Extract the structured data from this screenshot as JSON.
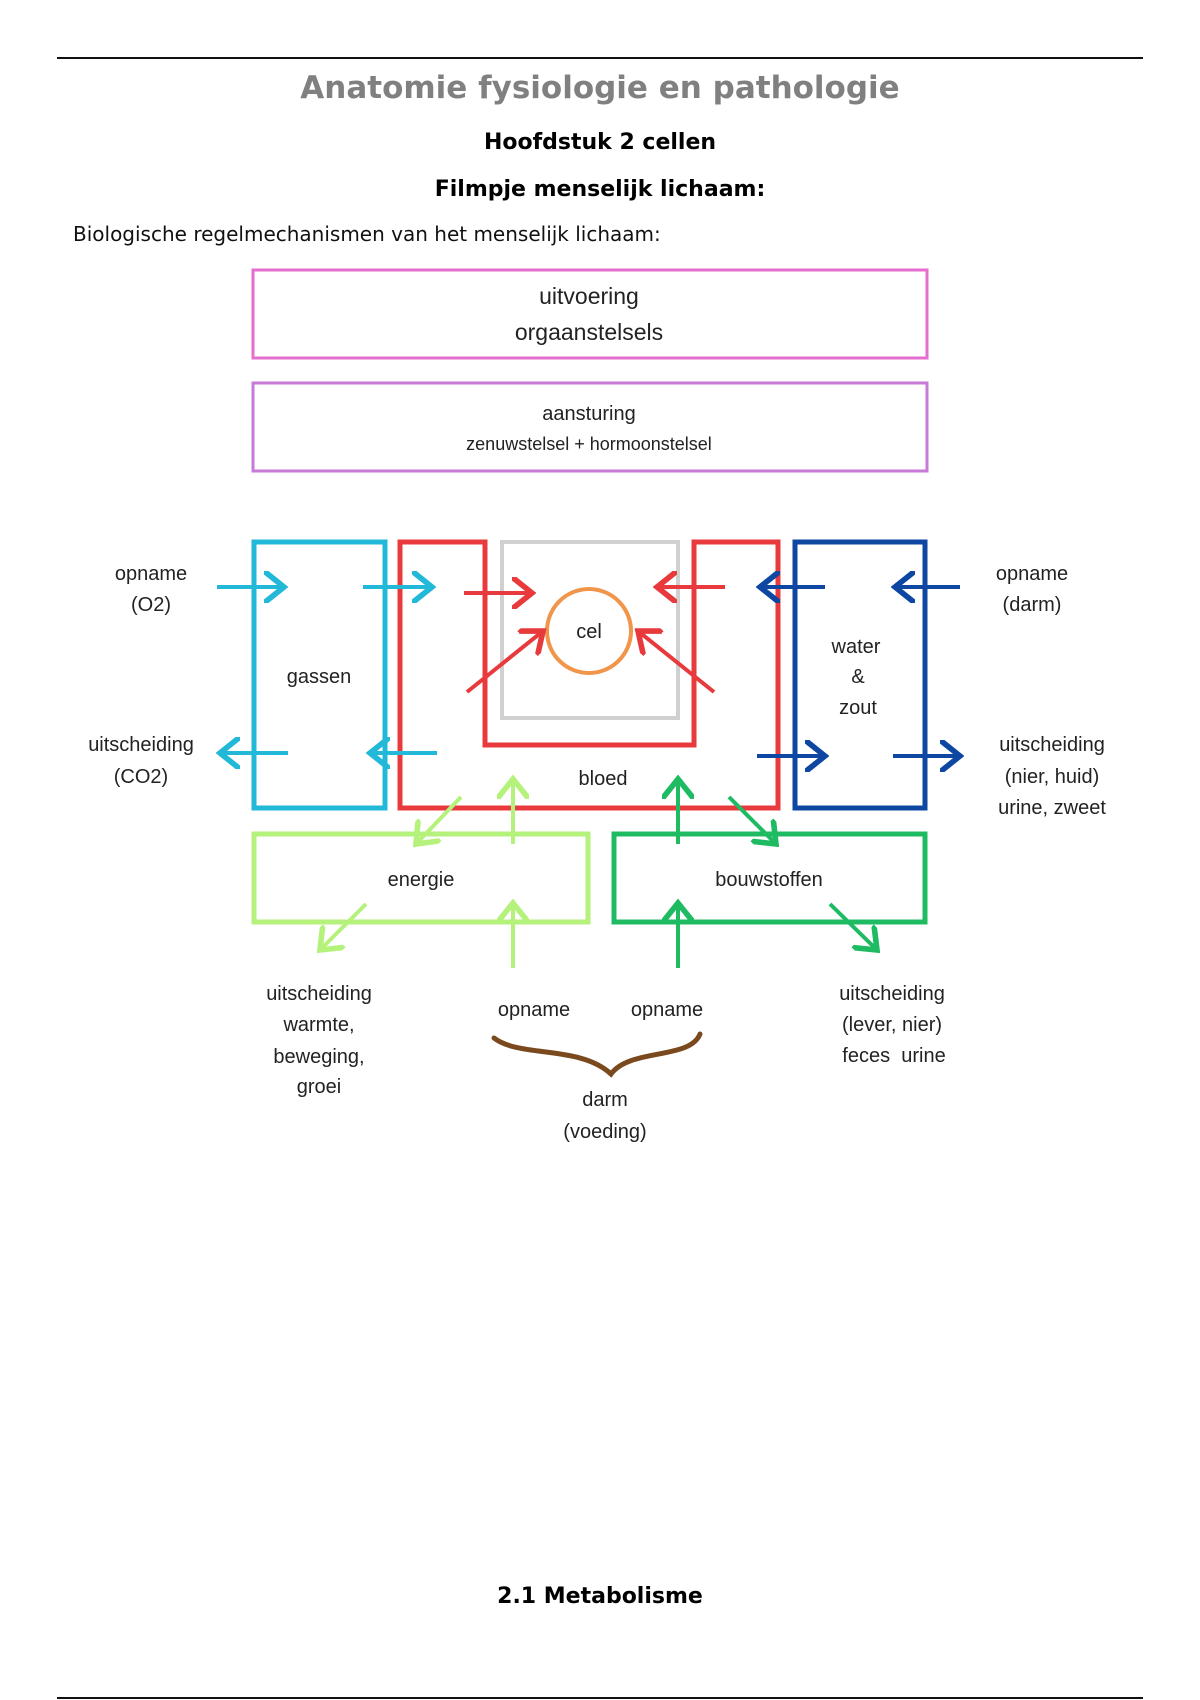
{
  "header": {
    "title": "Anatomie fysiologie en pathologie",
    "chapter": "Hoofdstuk 2 cellen",
    "subheading": "Filmpje menselijk lichaam:",
    "intro": "Biologische regelmechanismen van het menselijk lichaam:"
  },
  "diagram": {
    "uitvoering": [
      "uitvoering",
      "orgaanstelsels"
    ],
    "aansturing": [
      "aansturing",
      "zenuwstelsel + hormoonstelsel"
    ],
    "opname_o2": [
      "opname",
      "(O2)"
    ],
    "uitscheiding_co2": [
      "uitscheiding",
      "(CO2)"
    ],
    "gassen": "gassen",
    "cel": "cel",
    "bloed": "bloed",
    "water_zout": [
      "water",
      "&",
      "zout"
    ],
    "opname_darm": [
      "opname",
      "(darm)"
    ],
    "uitscheiding_nier": [
      "uitscheiding",
      "(nier, huid)",
      "urine, zweet"
    ],
    "energie": "energie",
    "bouwstoffen": "bouwstoffen",
    "uitscheiding_warmte": [
      "uitscheiding",
      "warmte,",
      "beweging,",
      "groei"
    ],
    "opname_left": "opname",
    "opname_right": "opname",
    "uitscheiding_lever": [
      "uitscheiding",
      "(lever, nier)",
      "feces  urine"
    ],
    "darm": [
      "darm",
      "(voeding)"
    ],
    "colors": {
      "uitvoering": "#e46fcf",
      "aansturing": "#c77ad8",
      "gassen": "#22b8d8",
      "bloed": "#e8393c",
      "cell_area": "#d0d0d0",
      "cel": "#f0954a",
      "water": "#0d47a1",
      "energie": "#b5f27c",
      "bouwstoffen": "#1fbb62",
      "brace": "#7a4a1e"
    }
  },
  "section": {
    "heading": "2.1 Metabolisme"
  }
}
